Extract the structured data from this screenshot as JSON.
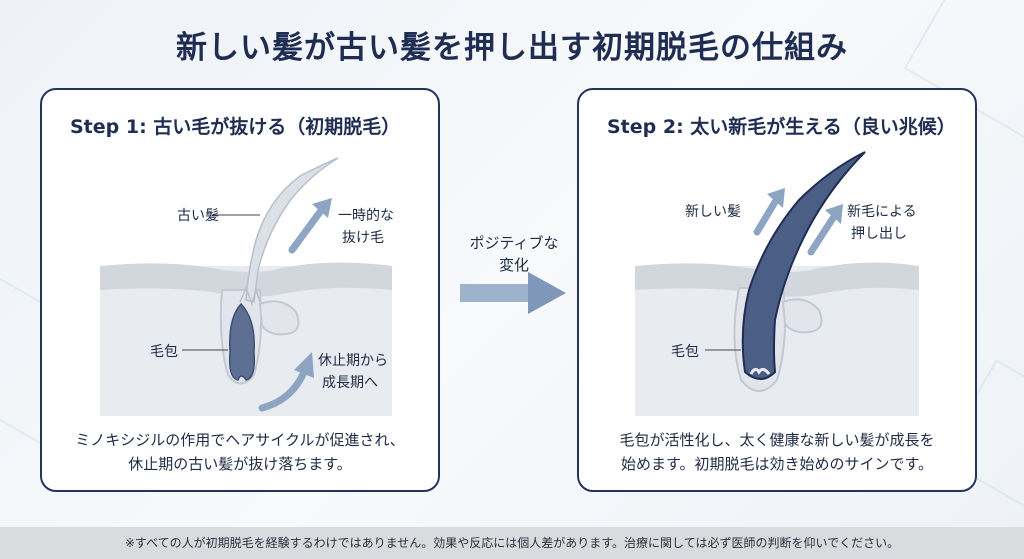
{
  "title": "新しい髪が古い髪を押し出す初期脱毛の仕組み",
  "step1": {
    "title": "Step 1: 古い毛が抜ける（初期脱毛）",
    "label_old_hair": "古い髪",
    "label_temp_1": "一時的な",
    "label_temp_2": "抜け毛",
    "label_follicle": "毛包",
    "label_phase_1": "休止期から",
    "label_phase_2": "成長期へ",
    "desc_line1": "ミノキシジルの作用でヘアサイクルが促進され、",
    "desc_line2": "休止期の古い髪が抜け落ちます。"
  },
  "middle": {
    "line1": "ポジティブな",
    "line2": "変化"
  },
  "step2": {
    "title": "Step 2: 太い新毛が生える（良い兆候）",
    "label_new_hair": "新しい髪",
    "label_push_1": "新毛による",
    "label_push_2": "押し出し",
    "label_follicle": "毛包",
    "desc_line1": "毛包が活性化し、太く健康な新しい髪が成長を",
    "desc_line2": "始めます。初期脱毛は効き始めのサインです。"
  },
  "footer": "※すべての人が初期脱毛を経験するわけではありません。効果や反応には個人差があります。治療に関しては必ず医師の判断を仰いでください。",
  "colors": {
    "navy": "#1f2d52",
    "hair_old": "#d3d8df",
    "follicle": "#5d7094",
    "arrow": "#8ea4c3"
  }
}
